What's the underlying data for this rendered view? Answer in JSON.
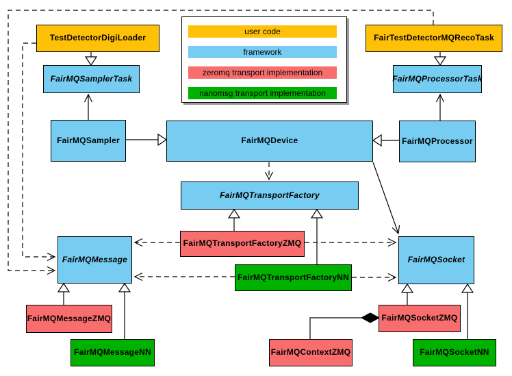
{
  "diagram_type": "uml-class-diagram",
  "colors": {
    "user_code": "#FFC107",
    "framework": "#76CDF1",
    "zeromq": "#F86E6E",
    "nanomsg": "#00B200",
    "line": "#000000",
    "background": "#ffffff"
  },
  "legend": {
    "items": [
      {
        "label": "user code",
        "color": "#FFC107"
      },
      {
        "label": "framework",
        "color": "#76CDF1"
      },
      {
        "label": "zeromq transport implementation",
        "color": "#F86E6E"
      },
      {
        "label": "nanomsg transport implementation",
        "color": "#00B200"
      }
    ]
  },
  "boxes": {
    "testDetectorDigiLoader": {
      "label": "TestDetectorDigiLoader",
      "category": "user code",
      "abstract": false
    },
    "fairTestDetectorMQRecoTask": {
      "label": "FairTestDetectorMQRecoTask",
      "category": "user code",
      "abstract": false
    },
    "fairMQSamplerTask": {
      "label": "FairMQSamplerTask",
      "category": "framework",
      "abstract": true
    },
    "fairMQProcessorTask": {
      "label": "FairMQProcessorTask",
      "category": "framework",
      "abstract": true
    },
    "fairMQSampler": {
      "label": "FairMQSampler",
      "category": "framework",
      "abstract": false
    },
    "fairMQDevice": {
      "label": "FairMQDevice",
      "category": "framework",
      "abstract": false
    },
    "fairMQProcessor": {
      "label": "FairMQProcessor",
      "category": "framework",
      "abstract": false
    },
    "fairMQTransportFactory": {
      "label": "FairMQTransportFactory",
      "category": "framework",
      "abstract": true
    },
    "fairMQTransportFactoryZMQ": {
      "label": "FairMQTransportFactoryZMQ",
      "category": "zeromq",
      "abstract": false
    },
    "fairMQTransportFactoryNN": {
      "label": "FairMQTransportFactoryNN",
      "category": "nanomsg",
      "abstract": false
    },
    "fairMQMessage": {
      "label": "FairMQMessage",
      "category": "framework",
      "abstract": true
    },
    "fairMQSocket": {
      "label": "FairMQSocket",
      "category": "framework",
      "abstract": true
    },
    "fairMQMessageZMQ": {
      "label": "FairMQMessageZMQ",
      "category": "zeromq",
      "abstract": false
    },
    "fairMQMessageNN": {
      "label": "FairMQMessageNN",
      "category": "nanomsg",
      "abstract": false
    },
    "fairMQSocketZMQ": {
      "label": "FairMQSocketZMQ",
      "category": "zeromq",
      "abstract": false
    },
    "fairMQSocketNN": {
      "label": "FairMQSocketNN",
      "category": "nanomsg",
      "abstract": false
    },
    "fairMQContextZMQ": {
      "label": "FairMQContextZMQ",
      "category": "zeromq",
      "abstract": false
    }
  },
  "relationships": [
    {
      "type": "inheritance",
      "from": "TestDetectorDigiLoader",
      "to": "FairMQSamplerTask"
    },
    {
      "type": "inheritance",
      "from": "FairTestDetectorMQRecoTask",
      "to": "FairMQProcessorTask"
    },
    {
      "type": "inheritance",
      "from": "FairMQSampler",
      "to": "FairMQDevice"
    },
    {
      "type": "inheritance",
      "from": "FairMQProcessor",
      "to": "FairMQDevice"
    },
    {
      "type": "inheritance",
      "from": "FairMQTransportFactoryZMQ",
      "to": "FairMQTransportFactory"
    },
    {
      "type": "inheritance",
      "from": "FairMQTransportFactoryNN",
      "to": "FairMQTransportFactory"
    },
    {
      "type": "inheritance",
      "from": "FairMQMessageZMQ",
      "to": "FairMQMessage"
    },
    {
      "type": "inheritance",
      "from": "FairMQMessageNN",
      "to": "FairMQMessage"
    },
    {
      "type": "inheritance",
      "from": "FairMQSocketZMQ",
      "to": "FairMQSocket"
    },
    {
      "type": "inheritance",
      "from": "FairMQSocketNN",
      "to": "FairMQSocket"
    },
    {
      "type": "association",
      "from": "FairMQSampler",
      "to": "FairMQSamplerTask"
    },
    {
      "type": "association",
      "from": "FairMQProcessor",
      "to": "FairMQProcessorTask"
    },
    {
      "type": "association",
      "from": "FairMQDevice",
      "to": "FairMQSocket"
    },
    {
      "type": "dependency",
      "from": "FairMQDevice",
      "to": "FairMQTransportFactory"
    },
    {
      "type": "dependency",
      "from": "TestDetectorDigiLoader",
      "to": "FairMQMessage"
    },
    {
      "type": "dependency",
      "from": "FairTestDetectorMQRecoTask",
      "to": "FairMQMessage"
    },
    {
      "type": "dependency",
      "from": "FairMQTransportFactoryZMQ",
      "to": "FairMQMessage"
    },
    {
      "type": "dependency",
      "from": "FairMQTransportFactoryNN",
      "to": "FairMQMessage"
    },
    {
      "type": "dependency",
      "from": "FairMQTransportFactoryZMQ",
      "to": "FairMQSocket"
    },
    {
      "type": "dependency",
      "from": "FairMQTransportFactoryNN",
      "to": "FairMQSocket"
    },
    {
      "type": "composition",
      "from": "FairMQContextZMQ",
      "to": "FairMQSocketZMQ"
    }
  ]
}
